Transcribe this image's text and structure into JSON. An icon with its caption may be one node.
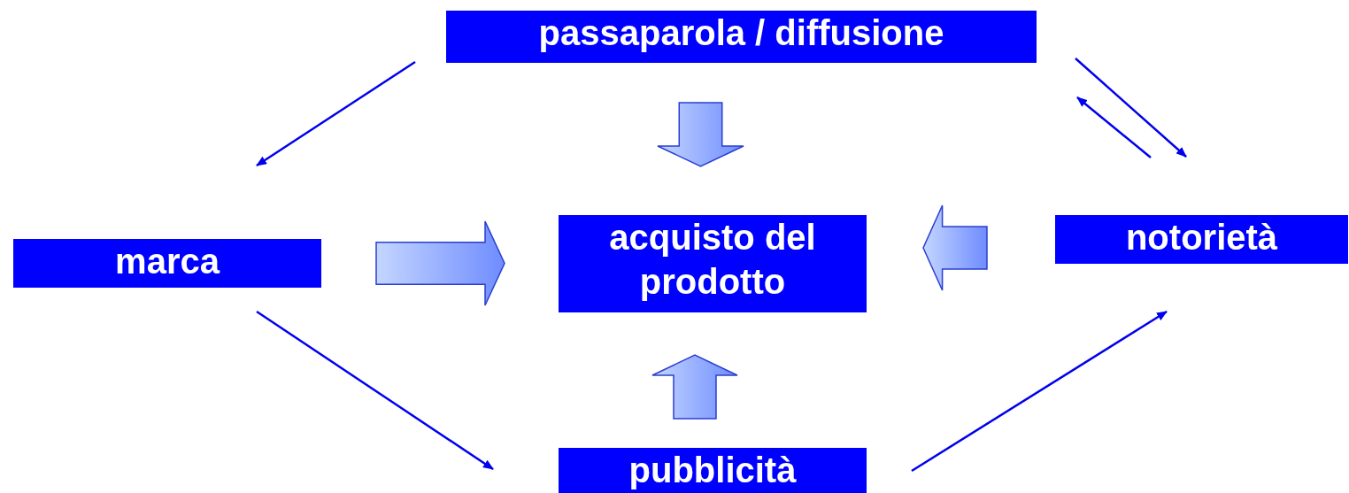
{
  "diagram": {
    "nodes": [
      {
        "text": [
          "passaparola / diffusione"
        ]
      },
      {
        "text": [
          "marca"
        ]
      },
      {
        "text": [
          "acquisto del prodotto"
        ]
      },
      {
        "text": [
          "notorietà"
        ]
      },
      {
        "text": [
          "pubblicità"
        ]
      }
    ],
    "edges": [
      {
        "from": 0,
        "to": 1,
        "arrow": "to"
      },
      {
        "from": 0,
        "to": 3,
        "arrow": "to"
      },
      {
        "from": 3,
        "to": 0,
        "arrow": "to"
      },
      {
        "from": 1,
        "to": 4,
        "arrow": "to"
      },
      {
        "from": 4,
        "to": 3,
        "arrow": "to"
      },
      {
        "from": 0,
        "to": 2,
        "arrow": "to",
        "style": "thick"
      },
      {
        "from": 1,
        "to": 2,
        "arrow": "to",
        "style": "thick"
      },
      {
        "from": 3,
        "to": 2,
        "arrow": "to",
        "style": "thick"
      },
      {
        "from": 4,
        "to": 2,
        "arrow": "to",
        "style": "thick"
      }
    ]
  }
}
